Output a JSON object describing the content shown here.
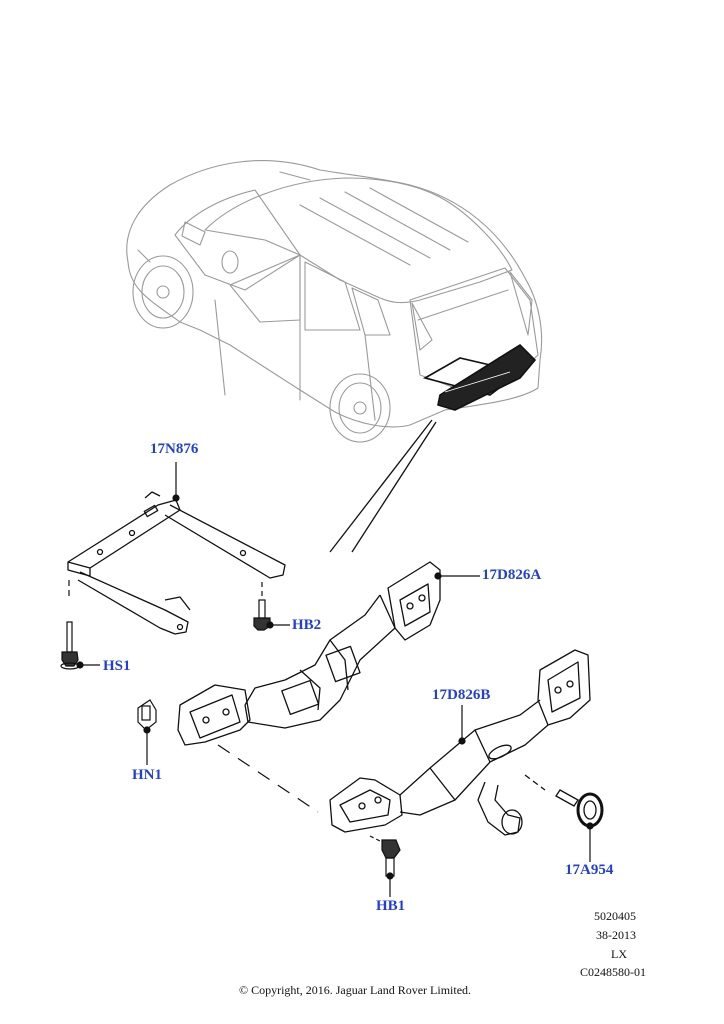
{
  "callouts": {
    "p17n876": "17N876",
    "p17d826a": "17D826A",
    "p17d826b": "17D826B",
    "hb2": "HB2",
    "hs1": "HS1",
    "hn1": "HN1",
    "hb1": "HB1",
    "p17a954": "17A954"
  },
  "meta": {
    "line1": "5020405",
    "line2": "38-2013",
    "line3": "LX",
    "line4": "C0248580-01"
  },
  "copyright": "© Copyright, 2016. Jaguar Land Rover Limited.",
  "colors": {
    "callout": "#1f3fd6",
    "vehicle_line": "#9a9a9a",
    "part_line": "#111111"
  }
}
